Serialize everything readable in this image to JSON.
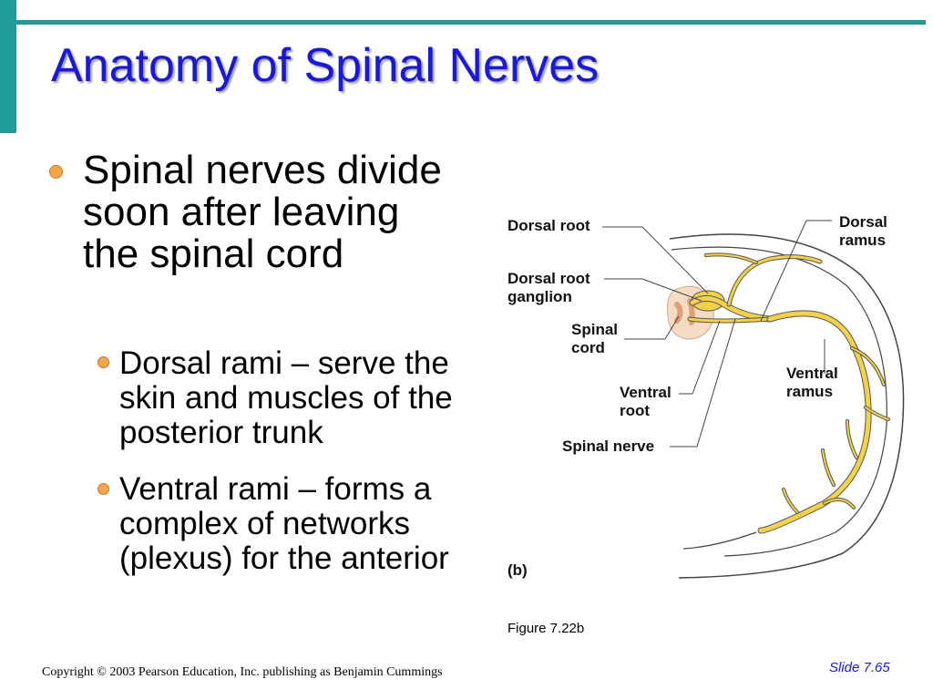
{
  "slide": {
    "title": "Anatomy of Spinal Nerves",
    "bullets": [
      {
        "text": "Spinal nerves divide soon after leaving the spinal cord"
      },
      {
        "text": "Dorsal rami – serve the skin and muscles of the posterior trunk"
      },
      {
        "text": "Ventral rami – forms a complex of networks (plexus) for the anterior"
      }
    ]
  },
  "figure": {
    "labels": {
      "dorsal_root": "Dorsal root",
      "dorsal_root_ganglion_1": "Dorsal root",
      "dorsal_root_ganglion_2": "ganglion",
      "spinal_cord_1": "Spinal",
      "spinal_cord_2": "cord",
      "ventral_root_1": "Ventral",
      "ventral_root_2": "root",
      "spinal_nerve": "Spinal nerve",
      "dorsal_ramus_1": "Dorsal",
      "dorsal_ramus_2": "ramus",
      "ventral_ramus_1": "Ventral",
      "ventral_ramus_2": "ramus",
      "panel": "(b)"
    },
    "caption": "Figure 7.22b",
    "colors": {
      "nerve": "#f2d24a",
      "cord": "#f6dcc4",
      "outline": "#333333"
    }
  },
  "footer": {
    "copyright": "Copyright © 2003 Pearson Education, Inc. publishing as Benjamin Cummings",
    "slide_number": "Slide 7.65"
  }
}
